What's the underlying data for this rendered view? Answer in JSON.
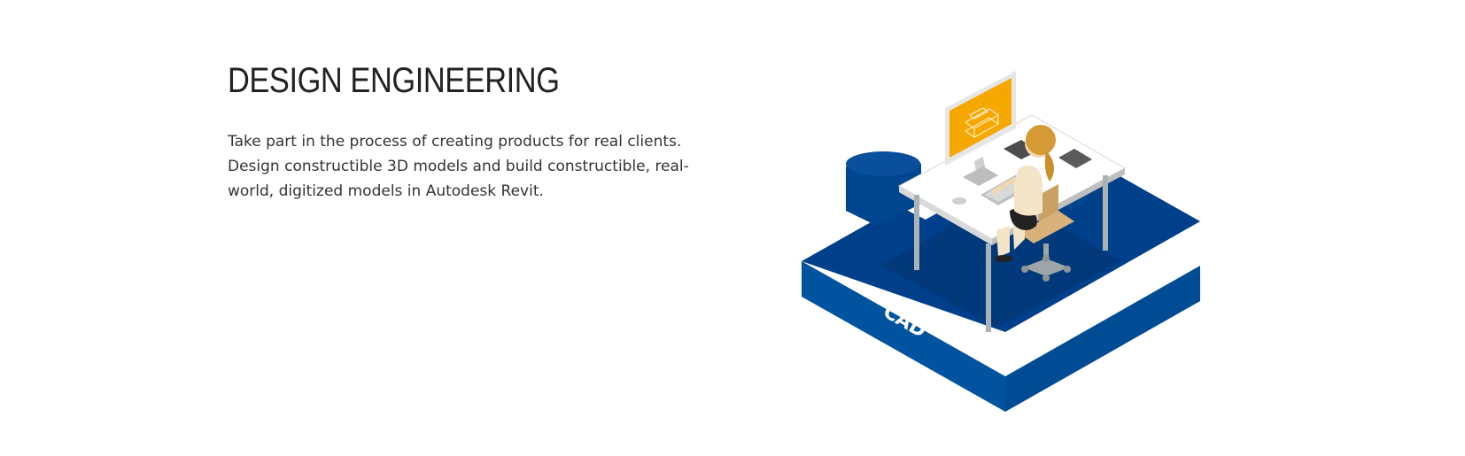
{
  "section": {
    "title": "DESIGN ENGINEERING",
    "description": "Take part in the process of creating products for real clients. Design constructible 3D models and build constructible, real-world, digitized models in Autodesk Revit."
  },
  "illustration": {
    "platform_label": "CAD",
    "colors": {
      "platform_top": "#003f8a",
      "platform_side_left": "#00539f",
      "platform_side_right": "#004c94",
      "screen": "#f5a800",
      "desk": "#ffffff",
      "chair": "#d8b27a",
      "hair": "#d39a36"
    }
  }
}
